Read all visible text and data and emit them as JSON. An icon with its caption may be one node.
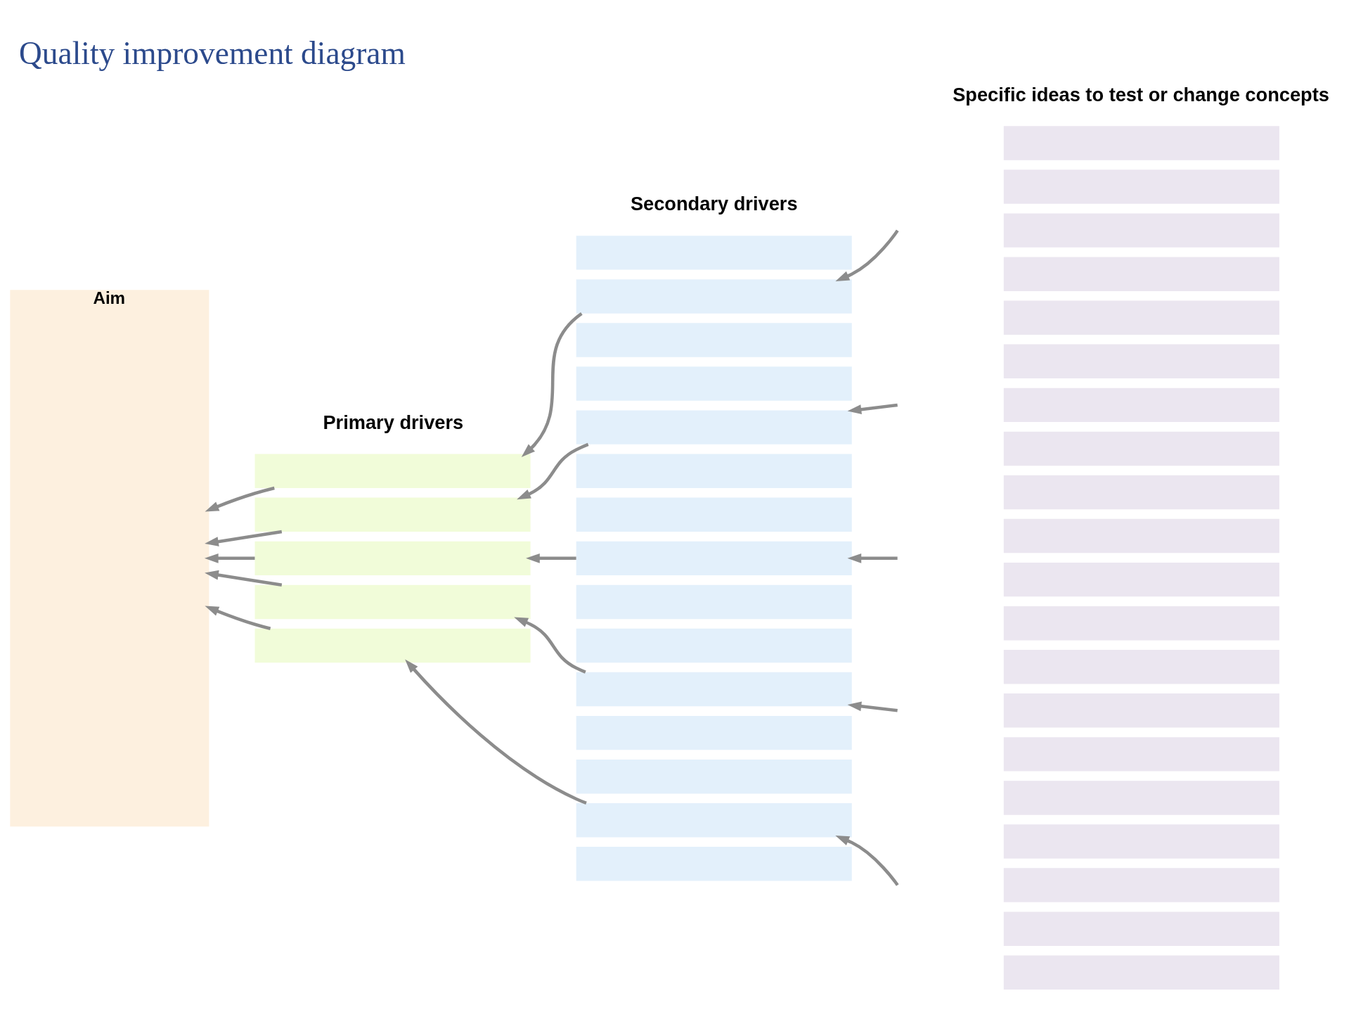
{
  "diagram": {
    "title": "Quality improvement diagram",
    "nodes": [
      {
        "text": [
          "Aim"
        ]
      },
      {
        "text": [],
        "shape": "box"
      },
      {
        "text": [],
        "shape": "box"
      },
      {
        "text": [],
        "shape": "box"
      },
      {
        "text": [],
        "shape": "box"
      },
      {
        "text": [],
        "shape": "box"
      },
      {
        "text": [],
        "shape": "box"
      },
      {
        "text": [],
        "shape": "box"
      },
      {
        "text": [],
        "shape": "box"
      },
      {
        "text": [],
        "shape": "box"
      },
      {
        "text": [],
        "shape": "box"
      },
      {
        "text": [],
        "shape": "box"
      },
      {
        "text": [],
        "shape": "box"
      },
      {
        "text": [],
        "shape": "box"
      },
      {
        "text": [],
        "shape": "box"
      },
      {
        "text": [],
        "shape": "box"
      },
      {
        "text": [],
        "shape": "box"
      },
      {
        "text": [],
        "shape": "box"
      },
      {
        "text": [],
        "shape": "box"
      },
      {
        "text": [],
        "shape": "box"
      },
      {
        "text": [],
        "shape": "box"
      },
      {
        "text": [],
        "shape": "box"
      },
      {
        "text": [],
        "shape": "box"
      },
      {
        "text": [],
        "shape": "box"
      },
      {
        "text": [],
        "shape": "box"
      },
      {
        "text": [],
        "shape": "box"
      },
      {
        "text": [],
        "shape": "box"
      },
      {
        "text": [],
        "shape": "box"
      },
      {
        "text": [],
        "shape": "box"
      },
      {
        "text": [],
        "shape": "box"
      },
      {
        "text": [],
        "shape": "box"
      },
      {
        "text": [],
        "shape": "box"
      },
      {
        "text": [],
        "shape": "box"
      },
      {
        "text": [],
        "shape": "box"
      },
      {
        "text": [],
        "shape": "box"
      },
      {
        "text": [],
        "shape": "box"
      },
      {
        "text": [],
        "shape": "box"
      },
      {
        "text": [],
        "shape": "box"
      },
      {
        "text": [],
        "shape": "box"
      },
      {
        "text": [],
        "shape": "box"
      },
      {
        "text": [],
        "shape": "box"
      }
    ],
    "edges": [
      {
        "from": 1,
        "to": 0,
        "arrow": "to"
      },
      {
        "from": 2,
        "to": 0,
        "arrow": "to"
      },
      {
        "from": 3,
        "to": 0,
        "arrow": "to"
      },
      {
        "from": 4,
        "to": 0,
        "arrow": "to"
      },
      {
        "from": 5,
        "to": 0,
        "arrow": "to"
      },
      {
        "from": 7,
        "to": 1,
        "arrow": "to"
      },
      {
        "from": 10,
        "to": 2,
        "arrow": "to"
      },
      {
        "from": 13,
        "to": 3,
        "arrow": "to"
      },
      {
        "from": 16,
        "to": 4,
        "arrow": "to"
      },
      {
        "from": 19,
        "to": 5,
        "arrow": "to"
      },
      {
        "from": null,
        "to": 7,
        "arrow": "to"
      },
      {
        "from": null,
        "to": 10,
        "arrow": "to"
      },
      {
        "from": null,
        "to": 13,
        "arrow": "to"
      },
      {
        "from": null,
        "to": 16,
        "arrow": "to"
      },
      {
        "from": null,
        "to": 19,
        "arrow": "to"
      }
    ],
    "labels": [
      "Primary drivers",
      "Secondary drivers",
      "Specific ideas to test or change concepts"
    ]
  }
}
